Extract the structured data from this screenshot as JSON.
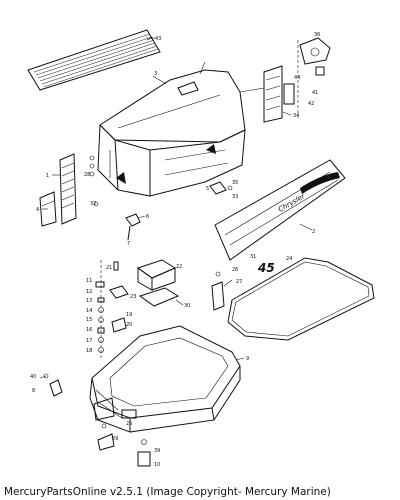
{
  "diagram": {
    "callouts": [
      "43",
      "3",
      "36",
      "44",
      "41",
      "42",
      "34",
      "35",
      "33",
      "28",
      "1",
      "4",
      "32",
      "6",
      "7",
      "5",
      "2",
      "31",
      "27",
      "26",
      "30",
      "11",
      "12",
      "13",
      "14",
      "15",
      "16",
      "17",
      "18",
      "19",
      "20",
      "21",
      "22",
      "23",
      "24",
      "25",
      "29",
      "10",
      "9",
      "8",
      "40",
      "39"
    ],
    "decals": {
      "brand": "Chrysler",
      "model": "45"
    }
  },
  "caption": "MercuryPartsOnline v2.5.1 (Image Copyright- Mercury Marine)"
}
